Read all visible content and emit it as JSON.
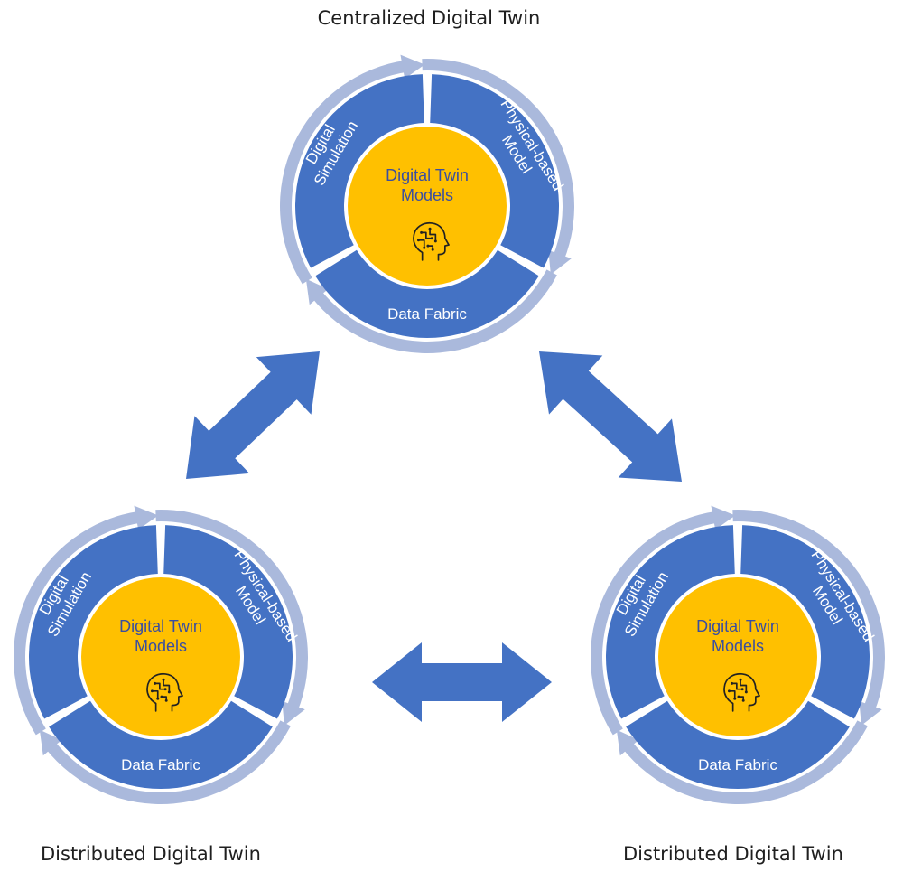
{
  "diagram": {
    "colors": {
      "segment": "#4472c4",
      "outer_ring": "#aab9dc",
      "center": "#ffc000",
      "center_text": "#3a4ea0",
      "arrow": "#4472c4",
      "caption": "#1f1f1f",
      "icon": "#222222"
    },
    "nodes": [
      {
        "id": "centralized",
        "caption": "Centralized Digital Twin",
        "center_label": [
          "Digital Twin",
          "Models"
        ],
        "center_icon": "brain-head-icon",
        "segments": {
          "left": [
            "Digital",
            "Simulation"
          ],
          "right": [
            "Physical-based",
            "Model"
          ],
          "bottom": [
            "Data Fabric"
          ]
        }
      },
      {
        "id": "distributed-left",
        "caption": "Distributed Digital Twin",
        "center_label": [
          "Digital Twin",
          "Models"
        ],
        "center_icon": "brain-head-icon",
        "segments": {
          "left": [
            "Digital",
            "Simulation"
          ],
          "right": [
            "Physical-based",
            "Model"
          ],
          "bottom": [
            "Data Fabric"
          ]
        }
      },
      {
        "id": "distributed-right",
        "caption": "Distributed Digital Twin",
        "center_label": [
          "Digital Twin",
          "Models"
        ],
        "center_icon": "brain-head-icon",
        "segments": {
          "left": [
            "Digital",
            "Simulation"
          ],
          "right": [
            "Physical-based",
            "Model"
          ],
          "bottom": [
            "Data Fabric"
          ]
        }
      }
    ],
    "connections": [
      {
        "from": "centralized",
        "to": "distributed-left",
        "type": "bidirectional-arrow"
      },
      {
        "from": "centralized",
        "to": "distributed-right",
        "type": "bidirectional-arrow"
      },
      {
        "from": "distributed-left",
        "to": "distributed-right",
        "type": "bidirectional-arrow"
      }
    ]
  }
}
